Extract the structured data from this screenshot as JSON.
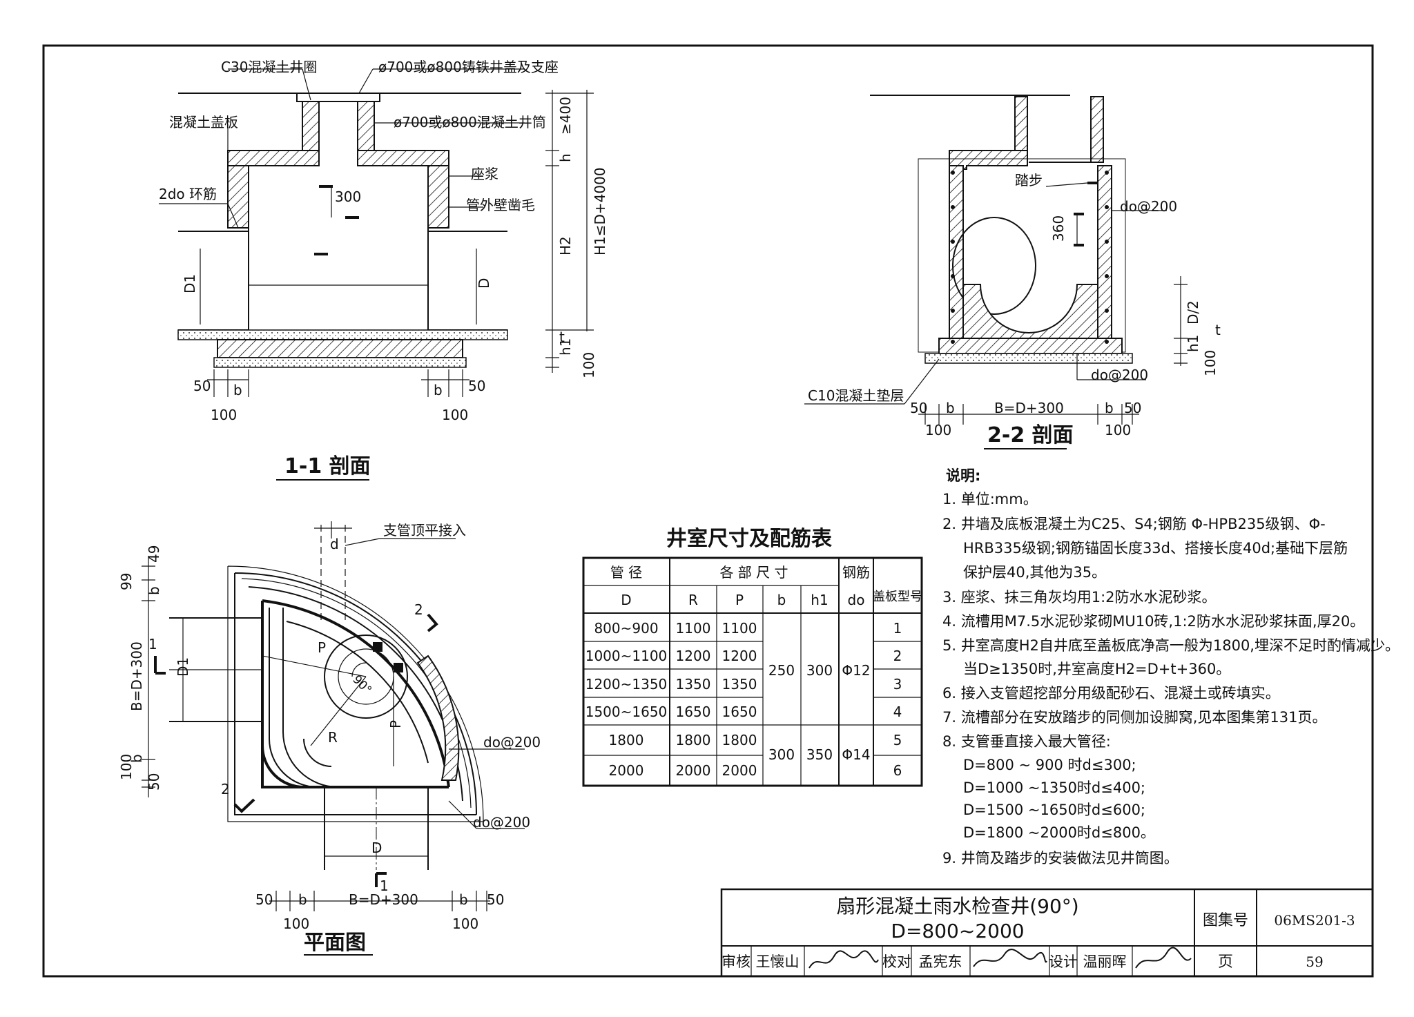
{
  "section_1_1": {
    "title": "1-1 剖面",
    "labels": {
      "ring": "C30混凝土井圈",
      "cover": "ø700或ø800铸铁井盖及支座",
      "slab": "混凝土盖板",
      "shaft": "ø700或ø800混凝土井筒",
      "mortar": "座浆",
      "pipe_rough": "管外壁凿毛",
      "ring_bar": "2do 环筋",
      "step_300": "300",
      "d1": "D1",
      "d": "D",
      "dim_ge400": "≥400",
      "dim_h": "h",
      "dim_h2": "H2",
      "dim_h1_total": "H1≤D+4000",
      "dim_h1": "h1",
      "dim_t": "t",
      "dim_100": "100",
      "left_50": "50",
      "left_b": "b",
      "left_100": "100",
      "right_b": "b",
      "right_50": "50",
      "right_100": "100"
    }
  },
  "section_2_2": {
    "title": "2-2 剖面",
    "labels": {
      "step": "踏步",
      "do200_a": "do@200",
      "dim_360": "360",
      "d_half": "D/2",
      "h1": "h1",
      "t": "t",
      "dim_100": "100",
      "do200_b": "do@200",
      "cushion": "C10混凝土垫层",
      "left_50": "50",
      "left_b": "b",
      "left_100": "100",
      "b_width": "B=D+300",
      "right_b": "b",
      "right_50": "50",
      "right_100": "100"
    }
  },
  "plan": {
    "title": "平面图",
    "labels": {
      "branch": "支管顶平接入",
      "d_small": "d",
      "dim_49": "49",
      "dim_99": "99",
      "dim_b_top": "b",
      "b_height": "B=D+300",
      "dim_100_left": "100",
      "dim_b_left": "b",
      "dim_50_left": "50",
      "d1": "D1",
      "p_top": "P",
      "p_right": "P",
      "r": "R",
      "angle": "90°",
      "cut_1_top": "1",
      "cut_1_bot": "1",
      "cut_2_top": "2",
      "cut_2_bot": "2",
      "do200_a": "do@200",
      "do200_b": "do@200",
      "d_bottom": "D",
      "bot_50": "50",
      "bot_b": "b",
      "bot_width": "B=D+300",
      "bot_b2": "b",
      "bot_50_2": "50",
      "bot_100": "100",
      "bot_100_2": "100"
    }
  },
  "table": {
    "title": "井室尺寸及配筋表",
    "header_row1": [
      "管 径",
      "各 部 尺 寸",
      "钢筋",
      "盖板型号"
    ],
    "header_row2": [
      "D",
      "R",
      "P",
      "b",
      "h1",
      "do"
    ],
    "rows": [
      {
        "D": "800~900",
        "R": "1100",
        "P": "1100",
        "no": "1"
      },
      {
        "D": "1000~1100",
        "R": "1200",
        "P": "1200",
        "no": "2"
      },
      {
        "D": "1200~1350",
        "R": "1350",
        "P": "1350",
        "no": "3"
      },
      {
        "D": "1500~1650",
        "R": "1650",
        "P": "1650",
        "no": "4"
      },
      {
        "D": "1800",
        "R": "1800",
        "P": "1800",
        "no": "5"
      },
      {
        "D": "2000",
        "R": "2000",
        "P": "2000",
        "no": "6"
      }
    ],
    "merged_1_4": {
      "b": "250",
      "h1": "300",
      "do": "Φ12"
    },
    "merged_5_6": {
      "b": "300",
      "h1": "350",
      "do": "Φ14"
    }
  },
  "notes": {
    "heading": "说明:",
    "items": [
      "1. 单位:mm。",
      "2. 井墙及底板混凝土为C25、S4;钢筋 Φ-HPB235级钢、Φ-",
      "HRB335级钢;钢筋锚固长度33d、搭接长度40d;基础下层筋",
      "保护层40,其他为35。",
      "3. 座浆、抹三角灰均用1:2防水水泥砂浆。",
      "4. 流槽用M7.5水泥砂浆砌MU10砖,1:2防水水泥砂浆抹面,厚20。",
      "5. 井室高度H2自井底至盖板底净高一般为1800,埋深不足时酌情减少。",
      "当D≥1350时,井室高度H2=D+t+360。",
      "6. 接入支管超挖部分用级配砂石、混凝土或砖填实。",
      "7. 流槽部分在安放踏步的同侧加设脚窝,见本图集第131页。",
      "8. 支管垂直接入最大管径:",
      "D=800 ~ 900 时d≤300;",
      "D=1000 ~1350时d≤400;",
      "D=1500 ~1650时d≤600;",
      "D=1800 ~2000时d≤800。",
      "9. 井筒及踏步的安装做法见井筒图。"
    ]
  },
  "title_block": {
    "title_line1": "扇形混凝土雨水检查井(90°)",
    "title_line2": "D=800~2000",
    "atlas_label": "图集号",
    "atlas_no": "06MS201-3",
    "page_label": "页",
    "page_no": "59",
    "review_label": "审核",
    "reviewer": "王懐山",
    "check_label": "校对",
    "checker": "孟宪东",
    "design_label": "设计",
    "designer": "温丽晖"
  }
}
